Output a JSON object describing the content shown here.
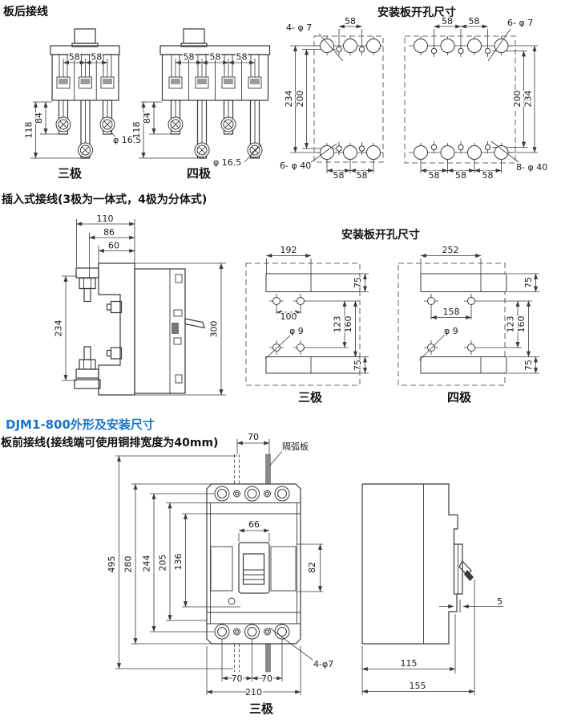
{
  "colors": {
    "line": "#3a3a3a",
    "text": "#1a1a1a",
    "accent_blue": "#1b76c5",
    "background": "#ffffff",
    "terminal_fill": "#9b9b9b"
  },
  "rear_wiring": {
    "section_title": "板后接线",
    "three_pole": {
      "caption": "三极",
      "pitch_a": "58",
      "pitch_b": "58",
      "height_a": "84",
      "height_b": "118",
      "hole_dia": "φ 16.5"
    },
    "four_pole": {
      "caption": "四极",
      "pitch_a": "58",
      "pitch_b": "58",
      "pitch_c": "58",
      "height_a": "84",
      "height_b": "118",
      "hole_dia": "φ 16.5"
    }
  },
  "panel_cutout_rear": {
    "title": "安装板开孔尺寸",
    "three_pole": {
      "small_holes": "4- φ 7",
      "pitch_top": "58",
      "height_outer": "234",
      "height_inner": "200",
      "large_holes": "6- φ 40",
      "pitch_bottom_a": "58",
      "pitch_bottom_b": "58"
    },
    "four_pole": {
      "pitch_top_a": "58",
      "pitch_top_b": "58",
      "small_holes": "6- φ 7",
      "height_inner": "200",
      "height_outer": "234",
      "large_holes": "8- φ 40",
      "pitch_bottom_a": "58",
      "pitch_bottom_b": "58",
      "pitch_bottom_c": "58"
    }
  },
  "plug_in": {
    "section_title": "插入式接线(3极为一体式，4极为分体式)",
    "width_a": "110",
    "width_b": "86",
    "width_c": "60",
    "bolt_span": "234",
    "height": "300"
  },
  "panel_cutout_plugin": {
    "title": "安装板开孔尺寸",
    "three_pole": {
      "caption": "三极",
      "cutout_width": "192",
      "margin_top": "75",
      "hole_pitch_x": "100",
      "hole_pitch_y": "123",
      "hole_offset": "160",
      "hole_dia": "φ 9",
      "margin_bottom": "75"
    },
    "four_pole": {
      "caption": "四极",
      "cutout_width": "252",
      "margin_top": "75",
      "hole_pitch_x": "158",
      "hole_pitch_y": "123",
      "hole_offset": "160",
      "hole_dia": "φ 9",
      "margin_bottom": "75"
    }
  },
  "outline_mounting": {
    "section_title": "DJM1-800外形及安装尺寸",
    "subtitle": "板前接线(接线端可使用铜排宽度为40mm)",
    "front_view": {
      "caption": "三极",
      "terminal_pitch_top": "70",
      "arc_plate_label": "隔弧板",
      "overall_height": "495",
      "body_height": "280",
      "mount_height": "244",
      "inner_height_a": "205",
      "inner_height_b": "136",
      "escutcheon_width": "66",
      "escutcheon_height": "82",
      "mount_holes": "4-φ7",
      "terminal_pitch_a": "70",
      "terminal_pitch_b": "70",
      "body_width": "210"
    },
    "side_view": {
      "gap": "5",
      "depth_body": "115",
      "depth_total": "155"
    }
  }
}
